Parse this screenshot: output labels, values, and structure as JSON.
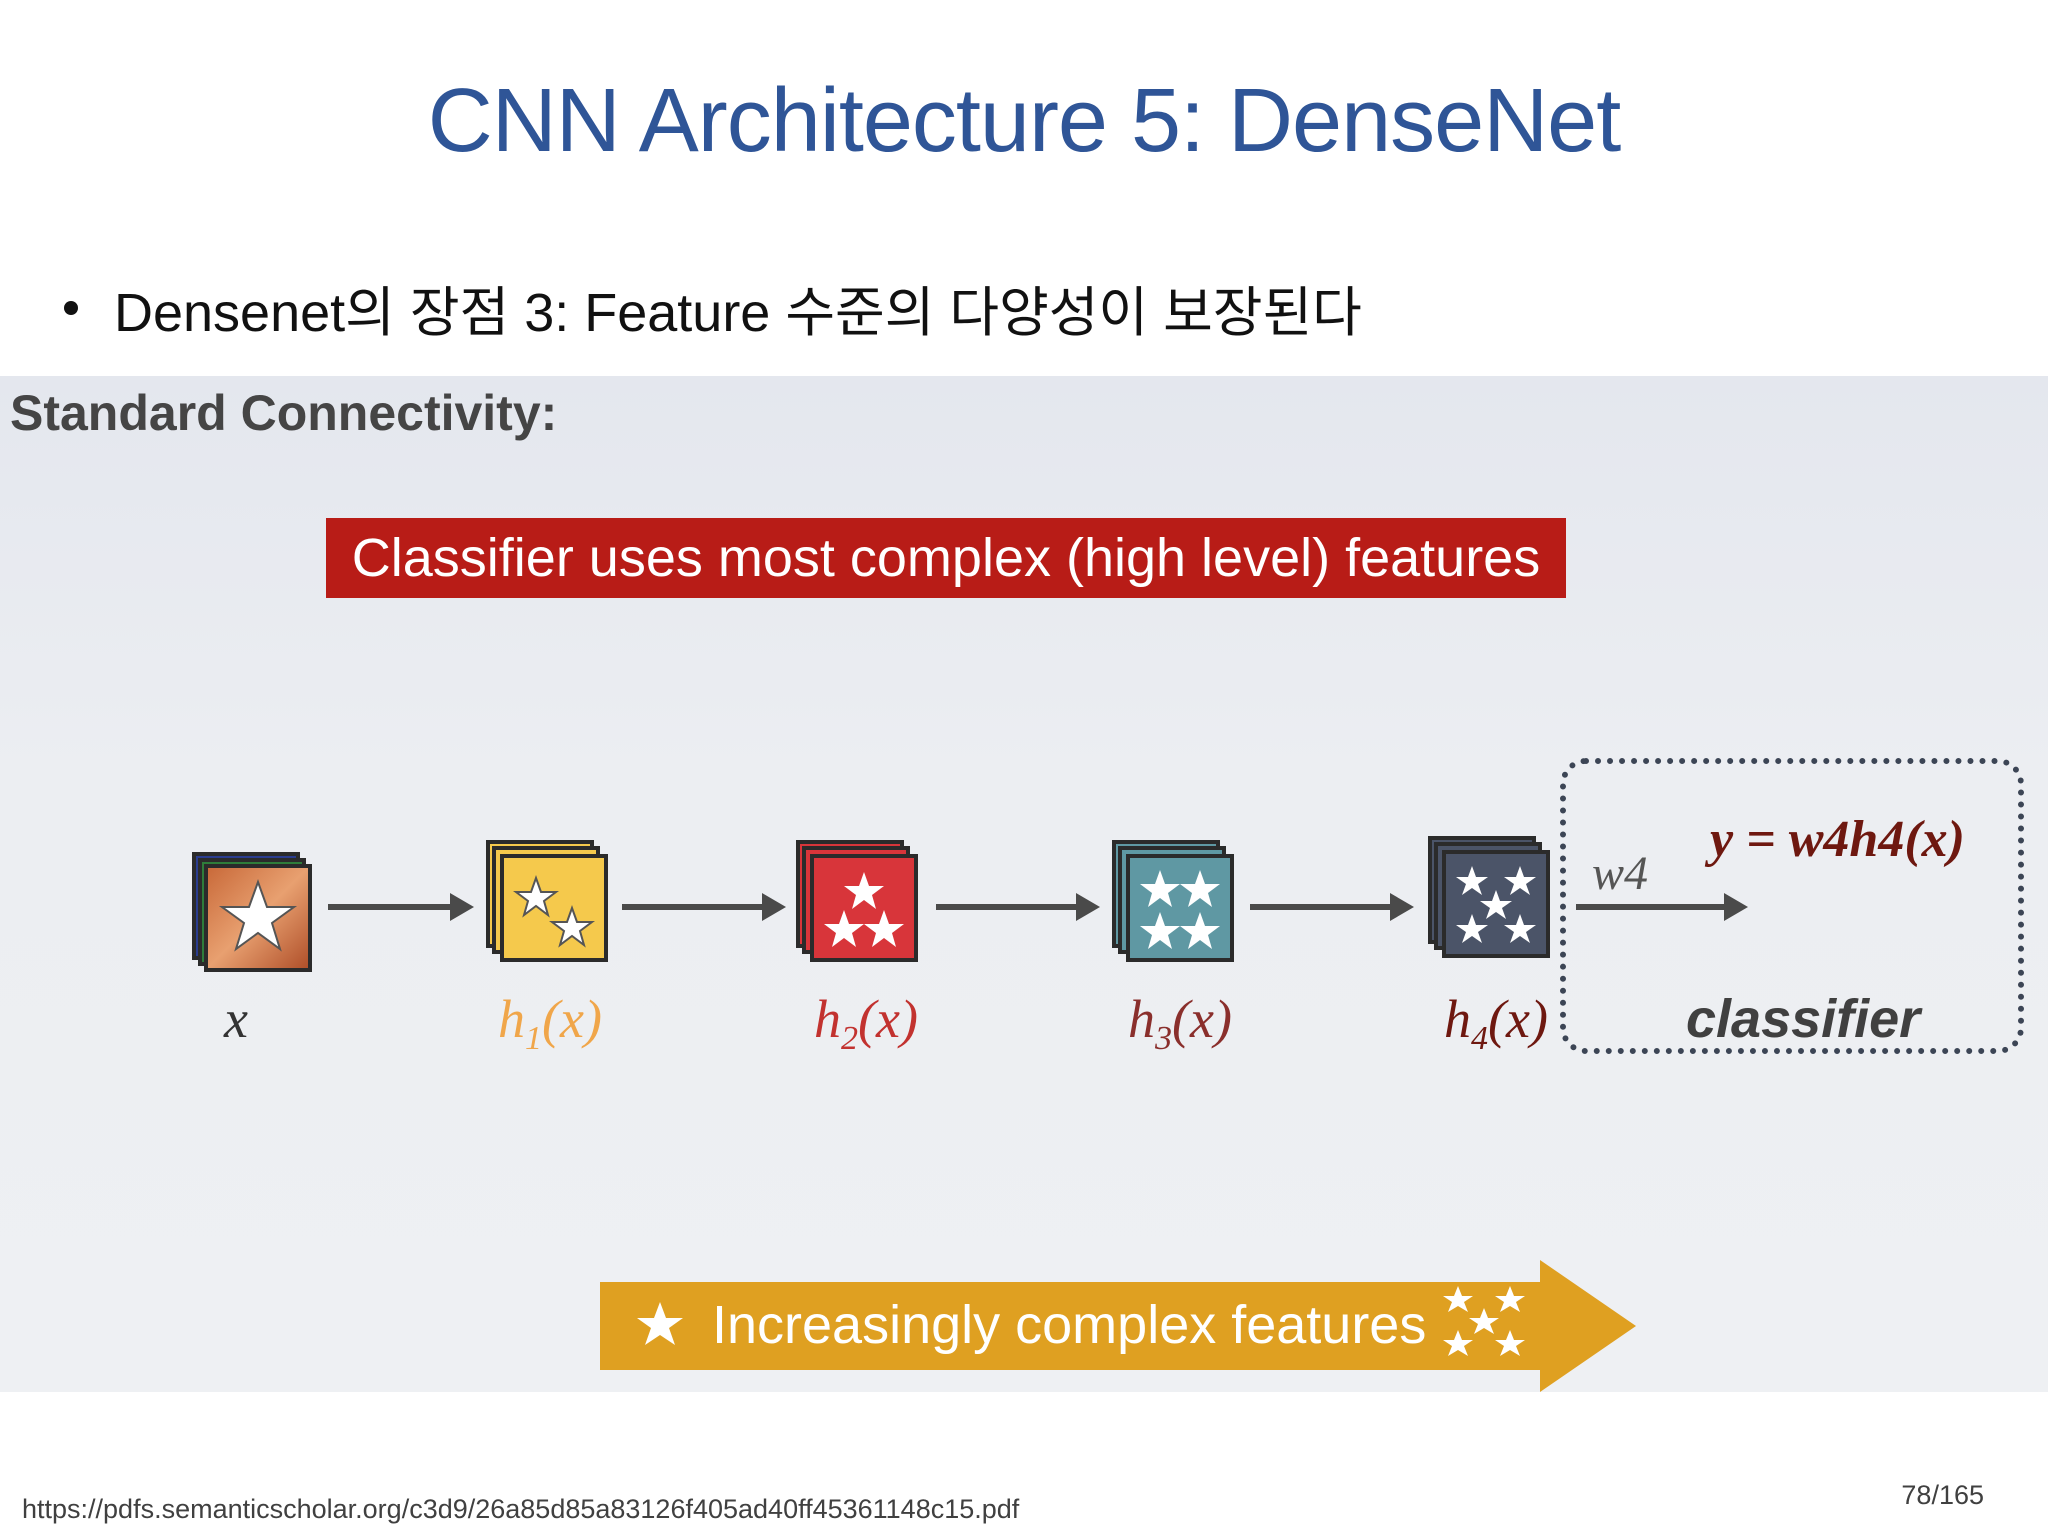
{
  "slide": {
    "title": "CNN Architecture 5: DenseNet",
    "bullet": "Densenet의 장점 3: Feature 수준의 다양성이 보장된다"
  },
  "figure": {
    "heading": "Standard Connectivity:",
    "banner": "Classifier uses most complex (high level) features",
    "nodes": [
      {
        "base": "x",
        "sub": "",
        "tail": "",
        "color": "#333333",
        "stars": 1
      },
      {
        "base": "h",
        "sub": "1",
        "tail": "(x)",
        "color": "#f0a64a",
        "stars": 2
      },
      {
        "base": "h",
        "sub": "2",
        "tail": "(x)",
        "color": "#c2322f",
        "stars": 3
      },
      {
        "base": "h",
        "sub": "3",
        "tail": "(x)",
        "color": "#8a2f2c",
        "stars": 4
      },
      {
        "base": "h",
        "sub": "4",
        "tail": "(x)",
        "color": "#6e1810",
        "stars": 5
      }
    ],
    "weight": "w4",
    "equation": "y = w4h4(x)",
    "classifier": "classifier",
    "bottom_arrow": "Increasingly complex features",
    "colors": {
      "banner": "#b81c17",
      "gold": "#dfa021",
      "title": "#2f5597"
    }
  },
  "footer": {
    "url": "https://pdfs.semanticscholar.org/c3d9/26a85d85a83126f405ad40ff45361148c15.pdf",
    "page": "78/165"
  }
}
